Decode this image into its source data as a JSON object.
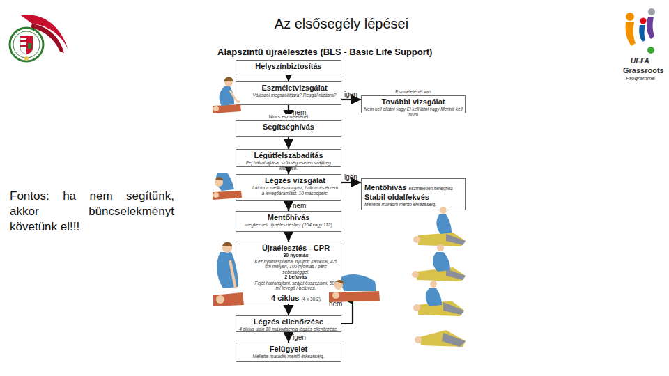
{
  "diagram": {
    "title": "Az elsősegély lépései",
    "nodes": [
      {
        "text": [
          "Helyszínbiztosítás"
        ]
      },
      {
        "text": [
          "Eszméletvizsgálat",
          "Válaszol megszólításra? Reagál rázásra?"
        ]
      },
      {
        "text": [
          "Eszméleténél van",
          "További vizsgálat",
          "Nem kell ellátni vagy El kell látni vagy Mentőt kell hívni"
        ]
      },
      {
        "text": [
          "Nincs eszméleténél",
          "Segítséghívás"
        ]
      },
      {
        "text": [
          "Légútfelszabadítás",
          "Fej hátrahajtása, szükség esetén szájüreg kitörlése."
        ]
      },
      {
        "text": [
          "Légzés vizsgálat",
          "Látom a mellkasmozgást, hallom és érzem a levegőáramlást. 10 másodperc."
        ]
      },
      {
        "text": [
          "Mentőhívás",
          "eszméletlen beteghez",
          "Stabil oldalfekvés",
          "Mellette maradni mentő érkezéséig."
        ]
      },
      {
        "text": [
          "Mentőhívás",
          "megkezdett újraélesztéshez (104 vagy 112)"
        ]
      },
      {
        "text": [
          "Újraélesztés - CPR",
          "30 nyomás",
          "Kéz nyomáspontra, nyújtott karokkal, 4-5 cm mélyen, 100 nyomás / perc sebességgel.",
          "2 befúvás",
          "Fejét hátrahajtani, száját összezárni, 500 ml levegő / befúvás.",
          "4 ciklus",
          "(4 x 30:2)"
        ]
      },
      {
        "text": [
          "Légzés ellenőrzése",
          "4 ciklus után 10 másodpercig légzés ellenőrzése."
        ]
      },
      {
        "text": [
          "Felügyelet",
          "Mellette maradni mentő érkezéséig."
        ]
      }
    ],
    "edges": [
      {
        "from": 0,
        "to": 1,
        "arrow": "to"
      },
      {
        "from": 1,
        "to": 2,
        "label": "igen",
        "arrow": "to"
      },
      {
        "from": 1,
        "to": 3,
        "label": "nem",
        "arrow": "to"
      },
      {
        "from": 3,
        "to": 4,
        "arrow": "to"
      },
      {
        "from": 4,
        "to": 5,
        "arrow": "to"
      },
      {
        "from": 5,
        "to": 6,
        "label": "igen",
        "arrow": "to"
      },
      {
        "from": 5,
        "to": 7,
        "label": "nem",
        "arrow": "to"
      },
      {
        "from": 7,
        "to": 8,
        "arrow": "to"
      },
      {
        "from": 8,
        "to": 9,
        "arrow": "to"
      },
      {
        "from": 9,
        "to": 8,
        "label": "nem",
        "arrow": "to"
      },
      {
        "from": 9,
        "to": 10,
        "label": "igen",
        "arrow": "to"
      }
    ],
    "labels": [
      "Alapszintű újraélesztés (BLS - Basic Life Support)",
      "Fontos: ha nem segítünk, akkor bűncselekményt követünk el!!!",
      "UEFA",
      "Grassroots",
      "Programme"
    ]
  }
}
